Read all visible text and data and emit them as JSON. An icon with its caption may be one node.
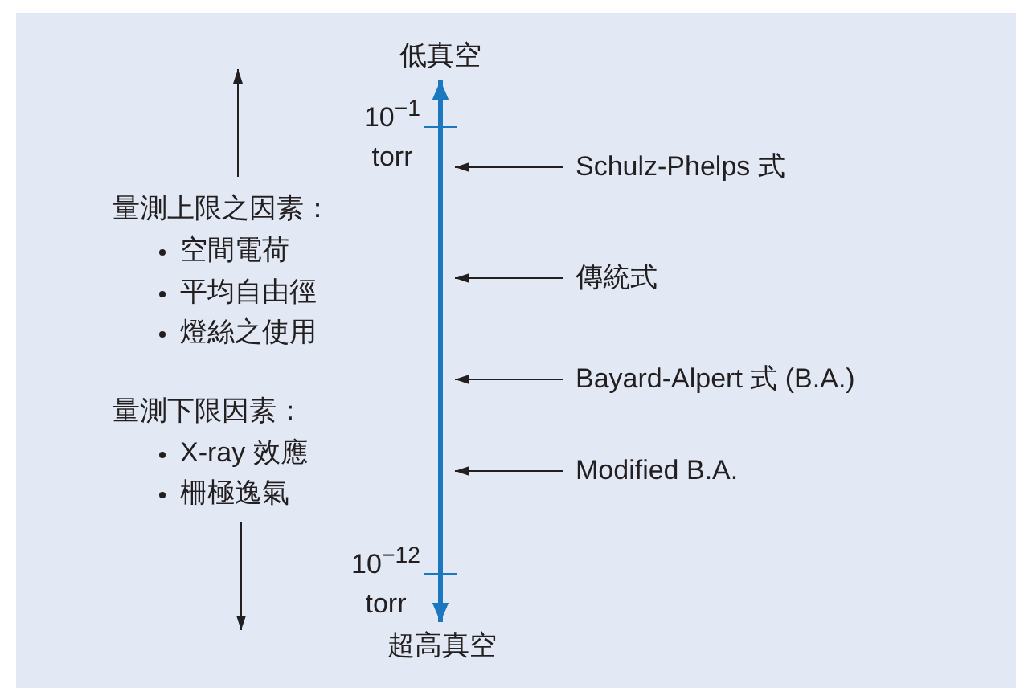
{
  "diagram": {
    "nodes": [
      {
        "text": [
          "低真空"
        ]
      },
      {
        "text": [
          "超高真空"
        ]
      },
      {
        "text": [
          "Schulz-Phelps 式"
        ]
      },
      {
        "text": [
          "傳統式"
        ]
      },
      {
        "text": [
          "Bayard-Alpert 式 (B.A.)"
        ]
      },
      {
        "text": [
          "Modified B.A."
        ]
      }
    ],
    "edges": [
      {
        "from": 0,
        "to": 1,
        "arrow": "both",
        "style": "thick",
        "color": "#1b78c0"
      },
      {
        "from": 2,
        "to": null,
        "arrow": "to"
      },
      {
        "from": 3,
        "to": null,
        "arrow": "to"
      },
      {
        "from": 4,
        "to": null,
        "arrow": "to"
      },
      {
        "from": 5,
        "to": null,
        "arrow": "to"
      }
    ],
    "labels": [
      "10$^{−1}$ torr",
      "量測上限之因素：",
      "空間電荷",
      "平均自由徑",
      "燈絲之使用",
      "量測下限因素：",
      "X-ray 效應",
      "柵極逸氣",
      "10$^{−12}$ torr"
    ]
  }
}
